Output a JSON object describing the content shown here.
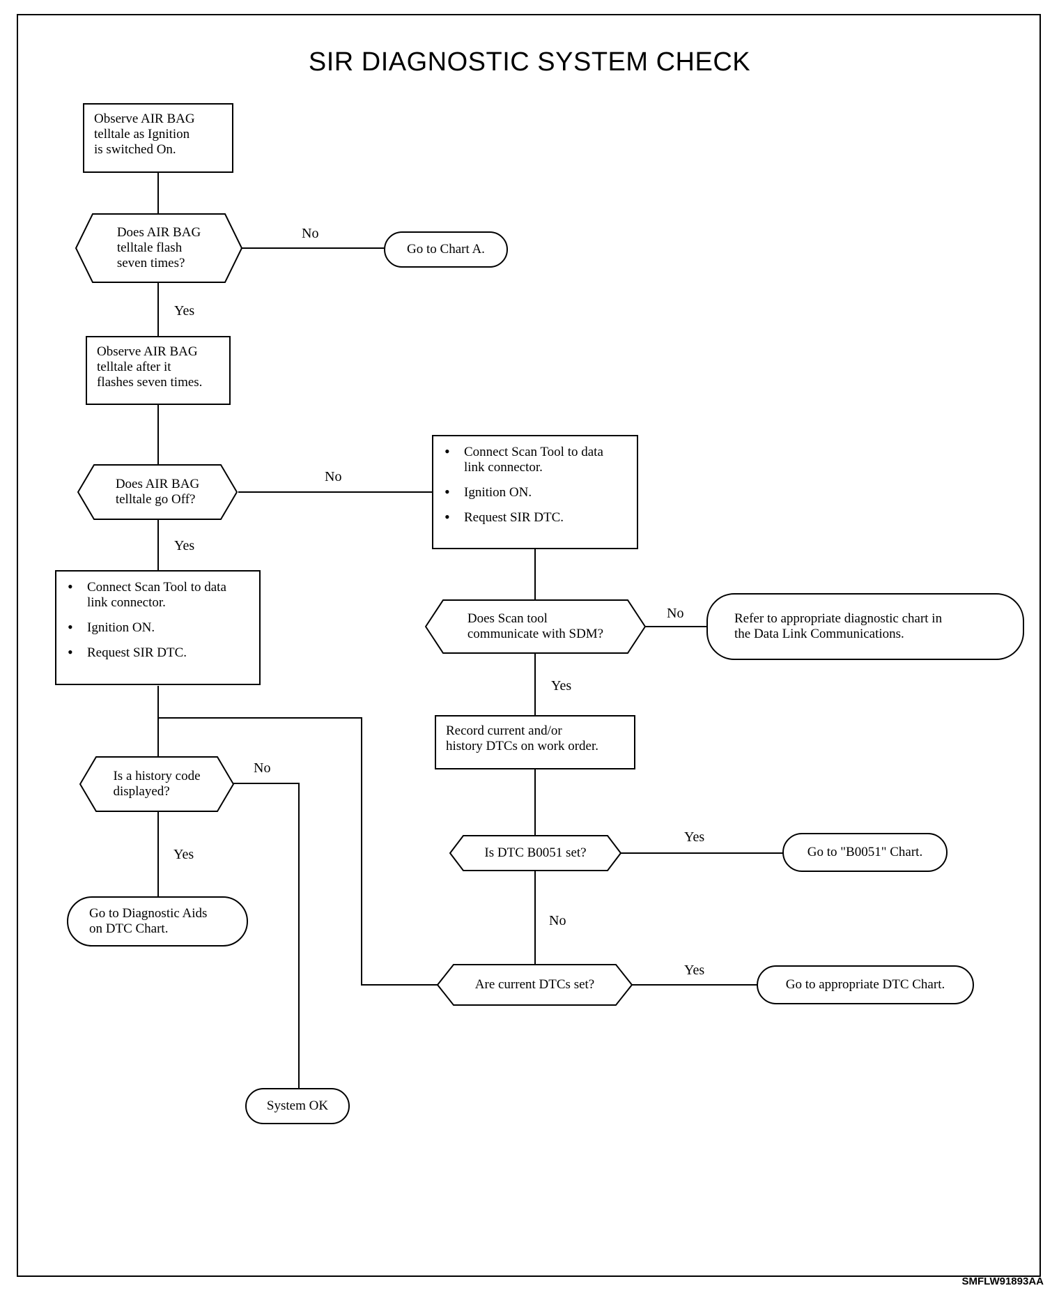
{
  "title": "SIR DIAGNOSTIC SYSTEM CHECK",
  "reference_code": "SMFLW91893AA",
  "nodes": {
    "observe_ign": "Observe AIR BAG\ntelltale as Ignition\nis switched On.",
    "q_flash": "Does AIR BAG\ntelltale flash\nseven times?",
    "go_chart_a": "Go to Chart A.",
    "observe_after": "Observe AIR BAG\ntelltale after it\nflashes seven times.",
    "q_off": "Does AIR BAG\ntelltale go Off?",
    "scan_right": [
      "Connect Scan Tool to data link connector.",
      "Ignition ON.",
      "Request SIR DTC."
    ],
    "scan_left": [
      "Connect Scan Tool to data link connector.",
      "Ignition ON.",
      "Request SIR DTC."
    ],
    "q_comm": "Does Scan tool\ncommunicate with SDM?",
    "refer_dlc": "Refer to appropriate diagnostic chart in\nthe Data Link Communications.",
    "record_dtc": "Record current and/or\nhistory DTCs on work order.",
    "q_history": "Is a history code\ndisplayed?",
    "q_b0051": "Is DTC B0051 set?",
    "go_b0051": "Go to \"B0051\" Chart.",
    "go_diag_aids": "Go to Diagnostic Aids\non DTC Chart.",
    "q_current": "Are current DTCs set?",
    "go_dtc_chart": "Go to appropriate DTC Chart.",
    "system_ok": "System OK"
  },
  "labels": {
    "no_flash": "No",
    "yes_flash": "Yes",
    "no_off": "No",
    "yes_off": "Yes",
    "no_comm": "No",
    "yes_comm": "Yes",
    "no_history": "No",
    "yes_history": "Yes",
    "yes_b0051": "Yes",
    "no_b0051": "No",
    "yes_current": "Yes"
  }
}
